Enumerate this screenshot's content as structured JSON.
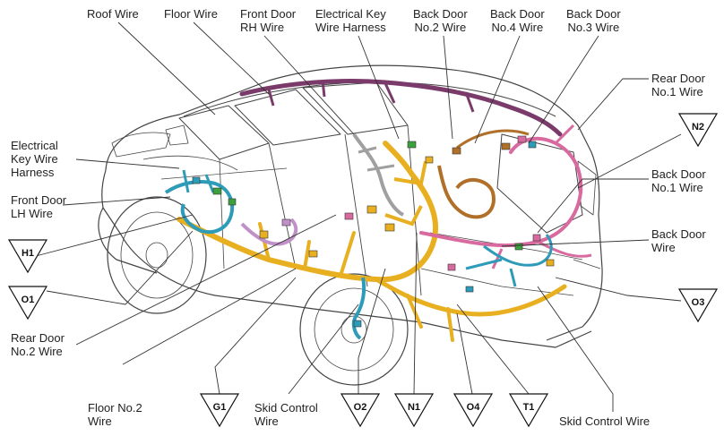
{
  "labels": {
    "roof_wire": "Roof Wire",
    "floor_wire": "Floor Wire",
    "front_door_rh_wire": "Front Door\nRH Wire",
    "electrical_key_wire_harness_top": "Electrical Key\nWire Harness",
    "back_door_no2_wire": "Back Door\nNo.2 Wire",
    "back_door_no4_wire": "Back Door\nNo.4 Wire",
    "back_door_no3_wire": "Back Door\nNo.3 Wire",
    "rear_door_no1_wire": "Rear Door\nNo.1 Wire",
    "electrical_key_wire_harness_left": "Electrical\nKey Wire\nHarness",
    "front_door_lh_wire": "Front Door\nLH Wire",
    "back_door_no1_wire": "Back Door\nNo.1 Wire",
    "back_door_wire": "Back Door\nWire",
    "rear_door_no2_wire": "Rear Door\nNo.2 Wire",
    "floor_no2_wire": "Floor No.2\nWire",
    "skid_control_wire_bottom": "Skid Control\nWire",
    "skid_control_wire_right": "Skid Control Wire"
  },
  "connectors": {
    "h1": "H1",
    "o1": "O1",
    "n2": "N2",
    "o3": "O3",
    "g1": "G1",
    "o2": "O2",
    "n1": "N1",
    "o4": "O4",
    "t1": "T1"
  },
  "colors": {
    "body_line": "#444444",
    "floor_wire": "#E8B020",
    "back_door_wire": "#D86AA0",
    "door_wire": "#2E9BB8",
    "roof_wire": "#7A3A6A",
    "rear_wire": "#B0702A",
    "harness_gray": "#A0A0A0",
    "connector_green": "#3CA03C"
  }
}
